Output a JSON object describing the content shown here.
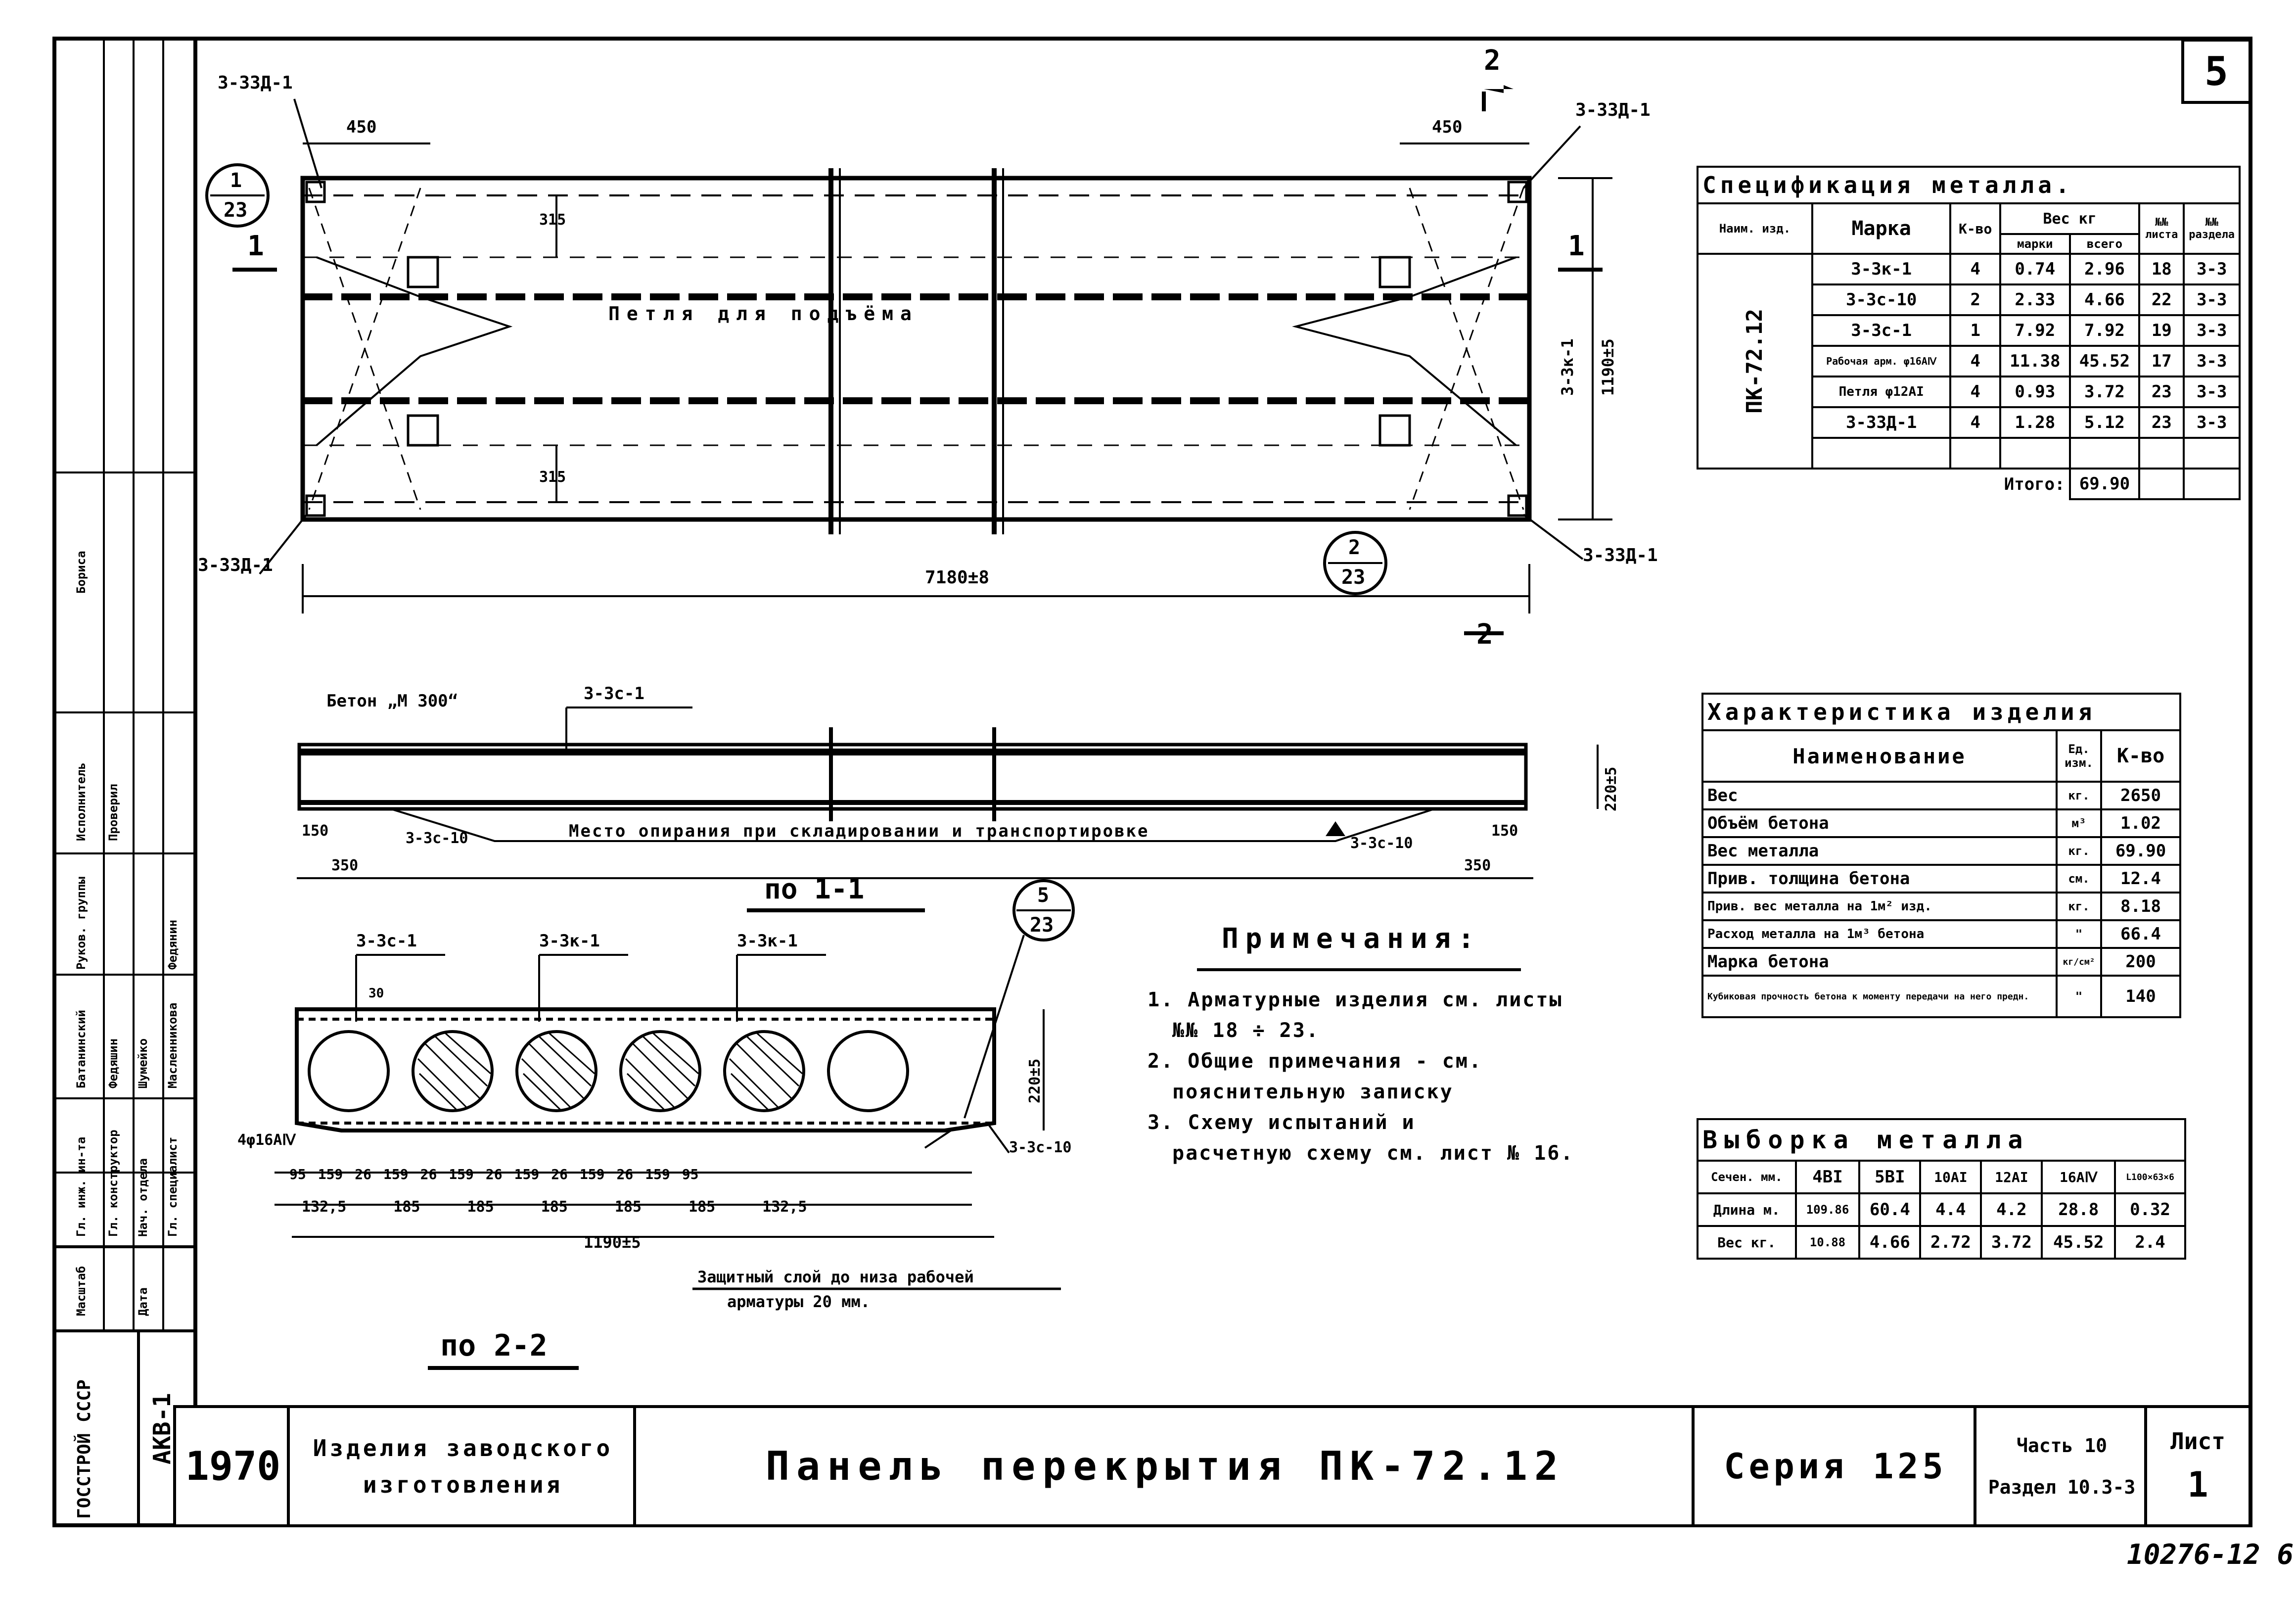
{
  "sheet_badge": "5",
  "plan": {
    "mark_top_left": "3-33Д-1",
    "mark_top_right": "3-33Д-1",
    "mark_bot_left": "3-33Д-1",
    "mark_bot_right": "3-33Д-1",
    "dim_450_left": "450",
    "dim_450_right": "450",
    "dim_315_top": "315",
    "dim_315_bot": "315",
    "loop_label": "Петля для подъёма",
    "mark_3k1": "3-3к-1",
    "dim_width": "1190±5",
    "dim_length": "7180±8",
    "section_mark_1": "1",
    "section_mark_2": "2",
    "callout_1_top": "1",
    "callout_1_bot": "23",
    "callout_2_top": "2",
    "callout_2_bot": "23"
  },
  "elevation": {
    "concrete_label": "Бетон „М 300“",
    "mark_3sc1": "3-3с-1",
    "support_label": "Место опирания при складировании и транспортировке",
    "mark_3sc10_left": "3-3с-10",
    "mark_3sc10_right": "3-3с-10",
    "dim_150_left": "150",
    "dim_150_right": "150",
    "dim_350_left": "350",
    "dim_350_right": "350",
    "dim_height": "220±5",
    "section_title": "по 1-1"
  },
  "cross_section": {
    "mark_3sc1": "3-3с-1",
    "mark_3k1_a": "3-3к-1",
    "mark_3k1_b": "3-3к-1",
    "mark_3sc10": "3-3с-10",
    "rebar_label": "4φ16АⅣ",
    "dim_height": "220±5",
    "dim_30": "30",
    "dims_top": [
      "95",
      "159",
      "26",
      "159",
      "26",
      "159",
      "26",
      "159",
      "26",
      "159",
      "26",
      "159",
      "95"
    ],
    "dims_mid": [
      "132,5",
      "185",
      "185",
      "185",
      "185",
      "185",
      "132,5"
    ],
    "dim_total": "1190±5",
    "protect_note_1": "Защитный слой до низа рабочей",
    "protect_note_2": "арматуры 20 мм.",
    "section_title": "по 2-2",
    "callout_top": "5",
    "callout_bot": "23"
  },
  "notes": {
    "title": "Примечания:",
    "lines": [
      "1. Арматурные изделия см. листы",
      "№№ 18 ÷ 23.",
      "2. Общие примечания - см.",
      "пояснительную записку",
      "3. Схему испытаний и",
      "расчетную схему см. лист № 16."
    ]
  },
  "spec_table": {
    "title": "Спецификация металла.",
    "headers": {
      "item": "Наим. изд.",
      "mark": "Марка",
      "qty": "К-во",
      "weight": "Вес кг",
      "per_mark": "марки",
      "total": "всего",
      "sheet": "№№ листа",
      "section": "№№ раздела"
    },
    "item_name": "ПК-72.12",
    "rows": [
      [
        "3-3к-1",
        "4",
        "0.74",
        "2.96",
        "18",
        "3-3"
      ],
      [
        "3-3с-10",
        "2",
        "2.33",
        "4.66",
        "22",
        "3-3"
      ],
      [
        "3-3с-1",
        "1",
        "7.92",
        "7.92",
        "19",
        "3-3"
      ],
      [
        "Рабочая арм. φ16АⅣ",
        "4",
        "11.38",
        "45.52",
        "17",
        "3-3"
      ],
      [
        "Петля φ12АI",
        "4",
        "0.93",
        "3.72",
        "23",
        "3-3"
      ],
      [
        "3-33Д-1",
        "4",
        "1.28",
        "5.12",
        "23",
        "3-3"
      ]
    ],
    "total_label": "Итого:",
    "total_value": "69.90"
  },
  "char_table": {
    "title": "Характеристика изделия",
    "headers": {
      "name": "Наименование",
      "unit": "Ед. изм.",
      "qty": "К-во"
    },
    "rows": [
      [
        "Вес",
        "кг.",
        "2650"
      ],
      [
        "Объём бетона",
        "м³",
        "1.02"
      ],
      [
        "Вес металла",
        "кг.",
        "69.90"
      ],
      [
        "Прив. толщина бетона",
        "см.",
        "12.4"
      ],
      [
        "Прив. вес металла на 1м² изд.",
        "кг.",
        "8.18"
      ],
      [
        "Расход металла на 1м³ бетона",
        "\"",
        "66.4"
      ],
      [
        "Марка бетона",
        "кг/см²",
        "200"
      ],
      [
        "Кубиковая прочность бетона к моменту передачи на него предн.",
        "\"",
        "140"
      ]
    ]
  },
  "vyb_table": {
    "title": "Выборка металла",
    "headers": [
      "Сечен. мм.",
      "4BI",
      "5BI",
      "10АI",
      "12АI",
      "16АⅣ",
      "L100×63×6"
    ],
    "rows": [
      [
        "Длина м.",
        "109.86",
        "60.4",
        "4.4",
        "4.2",
        "28.8",
        "0.32"
      ],
      [
        "Вес кг.",
        "10.88",
        "4.66",
        "2.72",
        "3.72",
        "45.52",
        "2.4"
      ]
    ]
  },
  "titleblock": {
    "year": "1970",
    "category_1": "Изделия заводского",
    "category_2": "изготовления",
    "title": "Панель перекрытия ПК-72.12",
    "series": "Серия 125",
    "part": "Часть 10",
    "razdel": "Раздел 10.3-3",
    "list_label": "Лист",
    "list_no": "1",
    "org": "ГОССТРОЙ СССР",
    "code": "АКВ-1"
  },
  "stamp": "10276-12 6",
  "side_column": {
    "rows": [
      "Гл. инж. ин-та",
      "Гл. конструктор",
      "Нач. отдела",
      "Гл. специалист",
      "Руков. группы",
      "Исполнитель",
      "Проверил",
      "Масштаб",
      "Дата"
    ],
    "names": [
      "Батанинский",
      "Федяшин",
      "Шумейко",
      "Масленникова",
      "Федянин",
      "Бориса"
    ]
  }
}
